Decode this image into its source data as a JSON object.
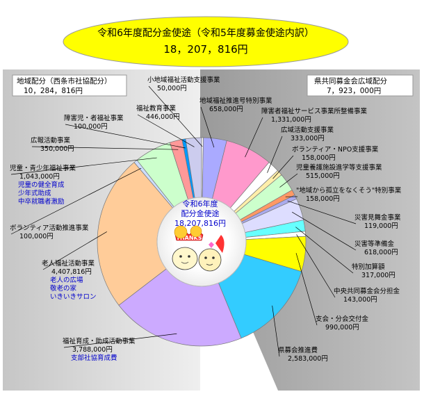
{
  "chart_data": {
    "type": "pie",
    "title": "令和6年度配分金使途（令和5年度募金使途内訳）",
    "total": "18，207，816円",
    "center_label": [
      "令和6年度",
      "配分金使途",
      "18,207,816円"
    ],
    "groups": [
      {
        "name": "地域配分（西条市社協配分）",
        "amount": "10，284，816円"
      },
      {
        "name": "県共同募金会広域配分",
        "amount": "7，923，000円"
      }
    ],
    "slices": [
      {
        "name": "小地域福祉活動支援事業",
        "amount": "50,000円",
        "value": 50000,
        "color": "#ffffff",
        "sub": []
      },
      {
        "name": "地域福祉推進号特別事業",
        "amount": "658,000円",
        "value": 658000,
        "color": "#aaaaff",
        "sub": []
      },
      {
        "name": "障害者福祉サービス事業所整備事業",
        "amount": "1,331,000円",
        "value": 1331000,
        "color": "#ff99cc",
        "sub": []
      },
      {
        "name": "広域活動支援事業",
        "amount": "333,000円",
        "value": 333000,
        "color": "#ffffff",
        "sub": []
      },
      {
        "name": "ボランティア・NPO支援事業",
        "amount": "158,000円",
        "value": 158000,
        "color": "#ffeeaa",
        "sub": []
      },
      {
        "name": "児童養護施設進学等支援事業",
        "amount": "515,000円",
        "value": 515000,
        "color": "#ccffcc",
        "sub": []
      },
      {
        "name": "\"地域から孤立をなくそう\"特別事業",
        "amount": "158,000円",
        "value": 158000,
        "color": "#ff9966",
        "sub": []
      },
      {
        "name": "災害見舞金事業",
        "amount": "119,000円",
        "value": 119000,
        "color": "#aaaaee",
        "sub": []
      },
      {
        "name": "災害等準備金",
        "amount": "618,000円",
        "value": 618000,
        "color": "#ddddff",
        "sub": []
      },
      {
        "name": "特別加算額",
        "amount": "317,000円",
        "value": 317000,
        "color": "#66ffff",
        "sub": []
      },
      {
        "name": "中央共同募金会分担金",
        "amount": "143,000円",
        "value": 143000,
        "color": "#ffffff",
        "sub": []
      },
      {
        "name": "支会・分会交付金",
        "amount": "990,000円",
        "value": 990000,
        "color": "#ffff00",
        "sub": []
      },
      {
        "name": "県募会推進費",
        "amount": "2,583,000円",
        "value": 2583000,
        "color": "#33ccff",
        "sub": []
      },
      {
        "name": "福祉育成・助成活動事業",
        "amount": "3,788,000円",
        "value": 3788000,
        "color": "#ccaaff",
        "sub": [
          "支部社協育成費"
        ]
      },
      {
        "name": "老人福祉活動事業",
        "amount": "4,407,816円",
        "value": 4407816,
        "color": "#ffcc99",
        "sub": [
          "老人の広場",
          "敬老の家",
          "いきいきサロン"
        ]
      },
      {
        "name": "ボランティア活動推進事業",
        "amount": "100,000円",
        "value": 100000,
        "color": "#ccddff",
        "sub": []
      },
      {
        "name": "児童・青少年福祉事業",
        "amount": "1,043,000円",
        "value": 1043000,
        "color": "#ccffcc",
        "sub": [
          "児童の健全育成",
          "少年式助成",
          "中卒就職者激励"
        ]
      },
      {
        "name": "広報活動事業",
        "amount": "350,000円",
        "value": 350000,
        "color": "#ff9999",
        "sub": []
      },
      {
        "name": "障害児・者福祉事業",
        "amount": "100,000円",
        "value": 100000,
        "color": "#0099ff",
        "sub": []
      },
      {
        "name": "福祉教育事業",
        "amount": "446,000円",
        "value": 446000,
        "color": "#ccccee",
        "sub": []
      }
    ]
  }
}
